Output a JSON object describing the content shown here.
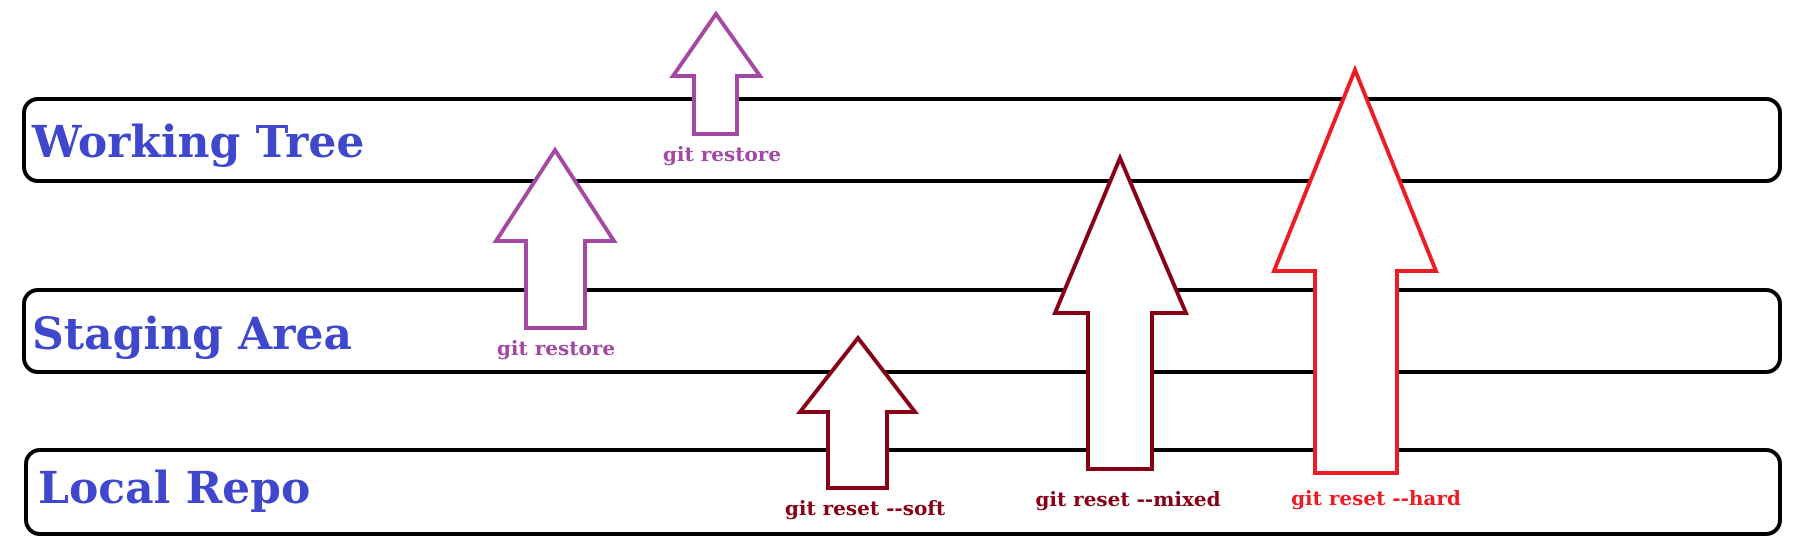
{
  "colors": {
    "label_blue": "#3f48cc",
    "restore_purple": "#a349a4",
    "reset_darkred": "#880015",
    "reset_hard_red": "#ed1c24",
    "box_stroke": "#000000"
  },
  "areas": {
    "working_tree": "Working Tree",
    "staging_area": "Staging Area",
    "local_repo": "Local Repo"
  },
  "commands": {
    "restore_working_tree": "git restore",
    "restore_staged": "git restore",
    "reset_soft": "git reset --soft",
    "reset_mixed": "git reset --mixed",
    "reset_hard": "git reset --hard"
  }
}
